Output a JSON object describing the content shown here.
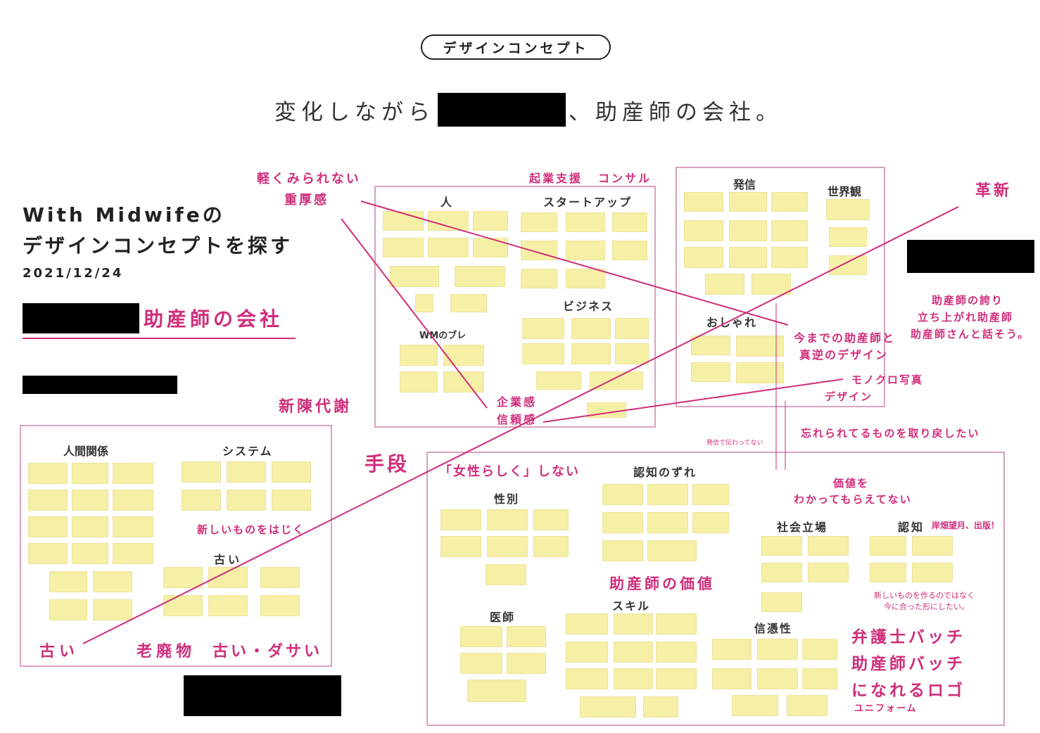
{
  "header": {
    "badge": "デザインコンセプト",
    "tagline_before": "変化しながら",
    "tagline_after": "、助産師の会社。"
  },
  "left_panel": {
    "title_line1": "With Midwifeの",
    "title_line2": "デザインコンセプトを探す",
    "date": "2021/12/24",
    "company_suffix": "助産師の会社"
  },
  "annotations": {
    "karuku": "軽くみられない",
    "juukoukan": "重厚感",
    "kigyou_shien": "起業支援",
    "consul": "コンサル",
    "kakushin": "革新",
    "hokori1": "助産師の誇り",
    "hokori2": "立ち上がれ助産師",
    "hokori3": "助産師さんと話そう。",
    "gyakkou1": "今までの助産師と",
    "gyakkou2": "真逆のデザイン",
    "monokuro1": "モノクロ写真",
    "monokuro2": "デザイン",
    "shinchin": "新陳代謝",
    "kigyoukan": "企業感",
    "shinraikan": "信頼感",
    "shudan": "手段",
    "wasurerare": "忘れられてるものを取り戻したい",
    "hasshin_note": "発信で伝わってない",
    "onnarashiku": "「女性らしく」しない",
    "furui": "古い",
    "rouhaibutsu": "老廃物",
    "furui_dasai": "古い・ダサい",
    "bengoshi1": "弁護士バッチ",
    "bengoshi2": "助産師バッチ",
    "bengoshi3": "になれるロゴ",
    "uniform": "ユニフォーム",
    "atarashii_hajiku": "新しいものをはじく",
    "kachi1": "価値を",
    "kachi2": "わかってもらえてない",
    "atarashii_tsukuru1": "新しいものを作るのではなく",
    "atarashii_tsukuru2": "今に合った形にしたい。",
    "kishida": "岸畑望月、出版！"
  },
  "boards": {
    "b1": {
      "hito": "人",
      "startup": "スタートアップ",
      "business": "ビジネス",
      "wm": "WMのブレ"
    },
    "b2": {
      "hasshin": "発信",
      "sekaikan": "世界観",
      "oshare": "おしゃれ"
    },
    "b3": {
      "ningen": "人間関係",
      "system": "システム",
      "furui": "古い"
    },
    "b4": {
      "ninchi_zure": "認知のずれ",
      "seibetsu": "性別",
      "kachi": "助産師の価値",
      "skill": "スキル",
      "shakai": "社会立場",
      "ninchi": "認知",
      "ishi": "医師",
      "shinpyou": "信憑性"
    }
  },
  "colors": {
    "accent": "#cf2d7a",
    "note": "#f6f0a6",
    "board_border": "#d7a3bf"
  }
}
